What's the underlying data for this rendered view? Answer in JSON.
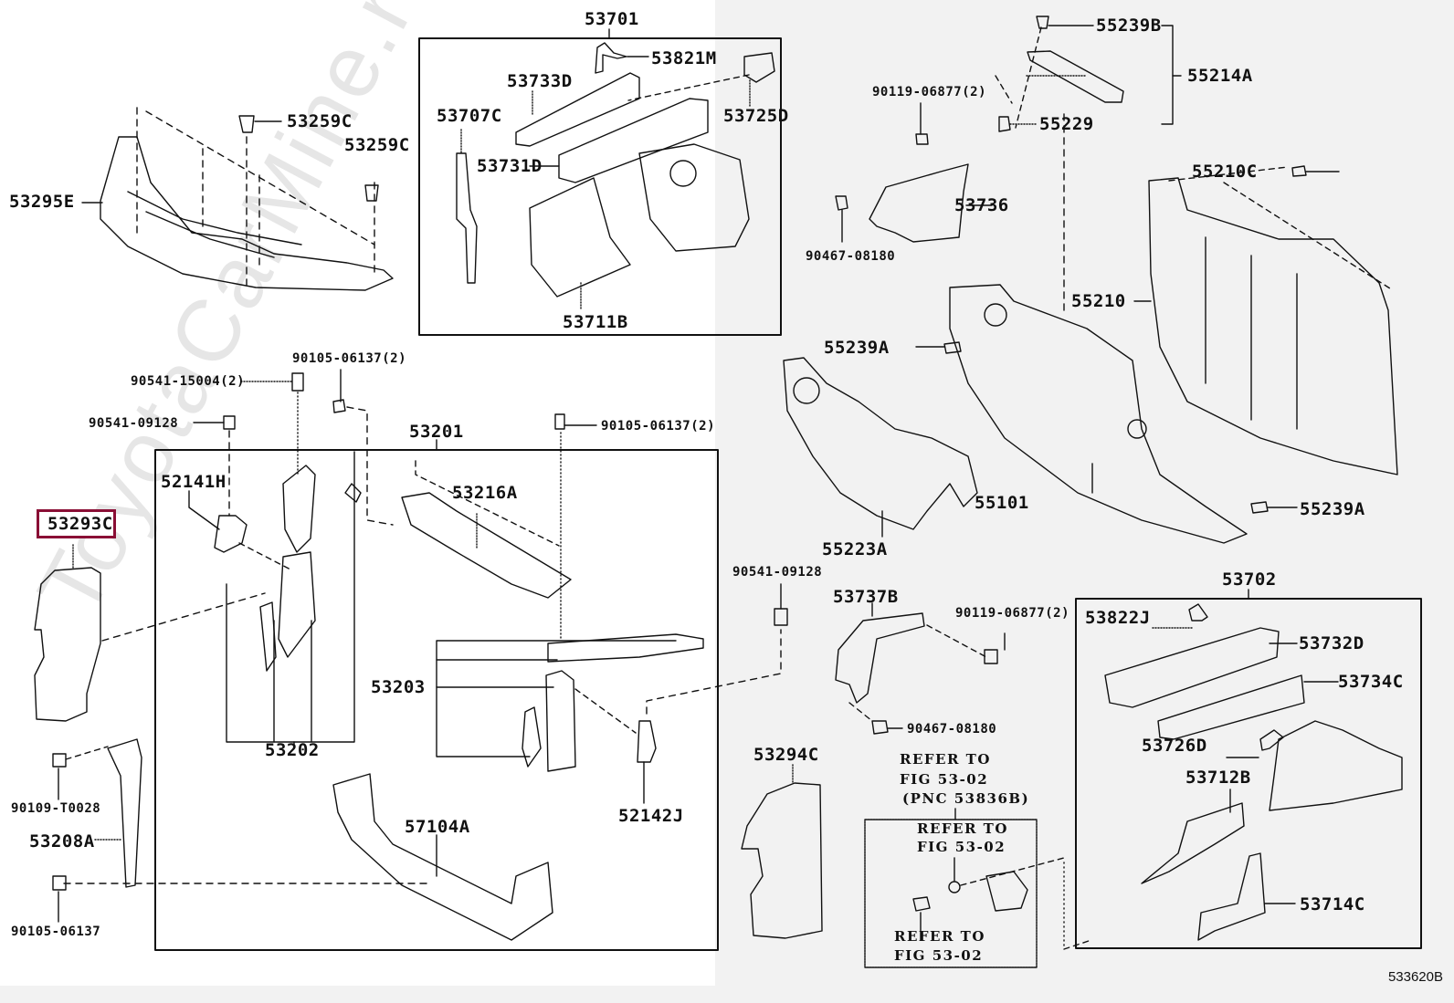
{
  "figure": {
    "id": "533620B",
    "watermark": "ToyotaCarMine.ru",
    "highlight_color": "#8a0e35",
    "highlighted_part": "53293C"
  },
  "groups": {
    "g53701": "53701",
    "g53201": "53201",
    "g53202": "53202",
    "g53203": "53203",
    "g53702": "53702",
    "g53836": "(PNC 53836B)"
  },
  "parts": {
    "p53295E": "53295E",
    "p53259C_a": "53259C",
    "p53259C_b": "53259C",
    "p53821M": "53821M",
    "p53733D": "53733D",
    "p53707C": "53707C",
    "p53725D": "53725D",
    "p53731D": "53731D",
    "p53711B": "53711B",
    "p55239B": "55239B",
    "p55214A": "55214A",
    "p55229": "55229",
    "p90119_a": "90119-06877(2)",
    "p53736": "53736",
    "p90467_a": "90467-08180",
    "p55210C": "55210C",
    "p55210": "55210",
    "p55239A_a": "55239A",
    "p55101": "55101",
    "p55223A": "55223A",
    "p55239A_b": "55239A",
    "p90541_15004": "90541-15004(2)",
    "p90105_a": "90105-06137(2)",
    "p90541_09128_a": "90541-09128",
    "p90105_b": "90105-06137(2)",
    "p52141H": "52141H",
    "p53216A": "53216A",
    "p53293C": "53293C",
    "p90109": "90109-T0028",
    "p53208A": "53208A",
    "p90105_c": "90105-06137",
    "p57104A": "57104A",
    "p52142J": "52142J",
    "p90541_09128_b": "90541-09128",
    "p53737B": "53737B",
    "p90119_b": "90119-06877(2)",
    "p90467_b": "90467-08180",
    "p53294C": "53294C",
    "p53822J": "53822J",
    "p53732D": "53732D",
    "p53734C": "53734C",
    "p53726D": "53726D",
    "p53712B": "53712B",
    "p53714C": "53714C"
  },
  "refer": {
    "line1": "REFER TO",
    "line2": "FIG 53-02"
  }
}
